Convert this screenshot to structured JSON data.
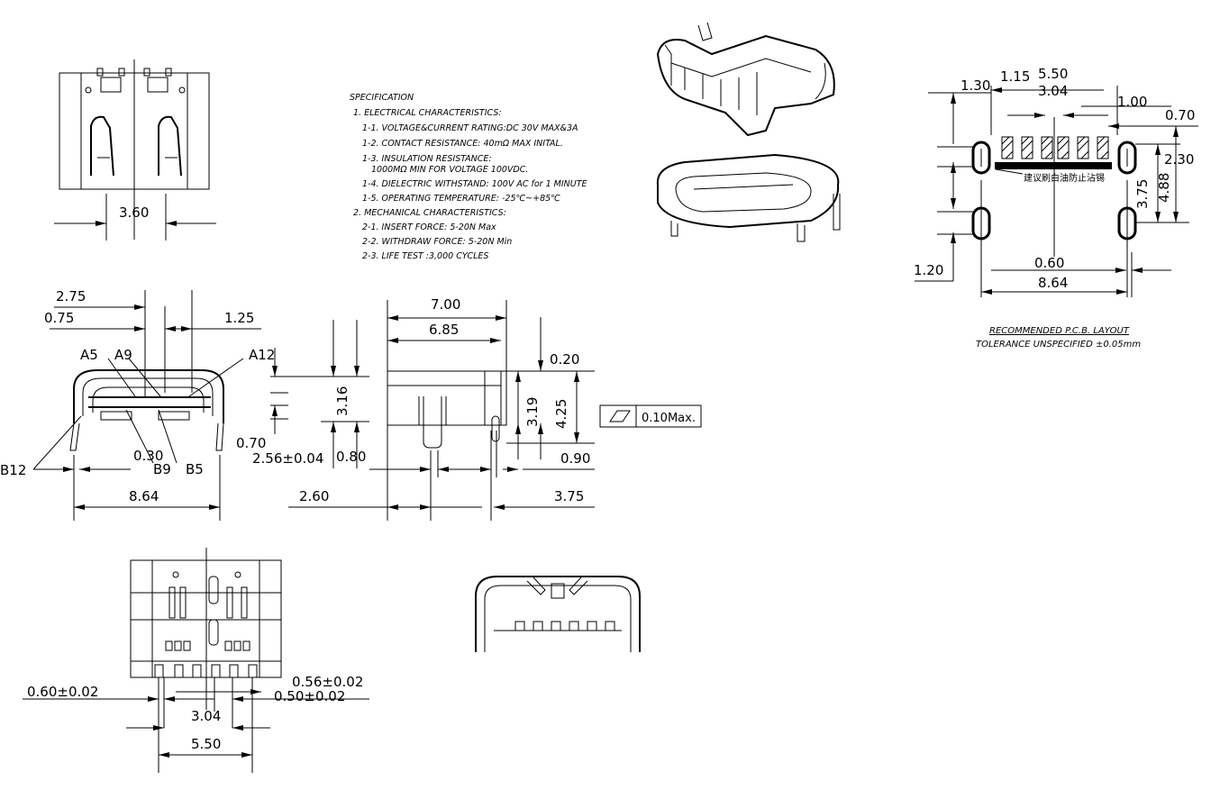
{
  "spec": {
    "title": "SPECIFICATION",
    "lines": [
      "1. ELECTRICAL CHARACTERISTICS:",
      "1-1. VOLTAGE&CURRENT RATING:DC 30V MAX&3A",
      "1-2. CONTACT RESISTANCE: 40mΩ MAX INITAL.",
      "1-3. INSULATION RESISTANCE:",
      "1000MΩ MIN FOR VOLTAGE 100VDC.",
      "1-4. DIELECTRIC WITHSTAND: 100V AC for 1 MINUTE",
      "1-5. OPERATING TEMPERATURE: -25℃~+85℃",
      "2. MECHANICAL CHARACTERISTICS:",
      "2-1. INSERT FORCE: 5-20N Max",
      "2-2. WITHDRAW FORCE: 5-20N Min",
      "2-3. LIFE TEST :3,000 CYCLES"
    ]
  },
  "top_view": {
    "width": "3.60"
  },
  "front_view": {
    "d_275": "2.75",
    "d_075": "0.75",
    "d_125": "1.25",
    "pin_a5": "A5",
    "pin_a9": "A9",
    "pin_a12": "A12",
    "pin_b12": "B12",
    "pin_b9": "B9",
    "pin_b5": "B5",
    "d_030": "0.30",
    "d_864": "8.64"
  },
  "side_view": {
    "d_316": "3.16",
    "d_070": "0.70",
    "d_256": "2.56±0.04",
    "d_080": "0.80",
    "d_700": "7.00",
    "d_685": "6.85",
    "d_260": "2.60",
    "d_020": "0.20",
    "d_319": "3.19",
    "d_425": "4.25",
    "d_090": "0.90",
    "d_375": "3.75",
    "flatness": "0.10Max."
  },
  "pcb": {
    "d_130": "1.30",
    "d_115": "1.15",
    "d_550": "5.50",
    "d_304": "3.04",
    "d_100": "1.00",
    "d_070": "0.70",
    "d_230": "2.30",
    "d_375": "3.75",
    "d_488": "4.88",
    "d_120": "1.20",
    "d_060": "0.60",
    "d_864": "8.64",
    "note_cn": "建议刷白油防止沾锡",
    "caption1": "RECOMMENDED  P.C.B. LAYOUT",
    "caption2": "TOLERANCE UNSPECIFIED ±0.05mm"
  },
  "bottom_view": {
    "d_060": "0.60±0.02",
    "d_056": "0.56±0.02",
    "d_050": "0.50±0.02",
    "d_304": "3.04",
    "d_550": "5.50"
  }
}
